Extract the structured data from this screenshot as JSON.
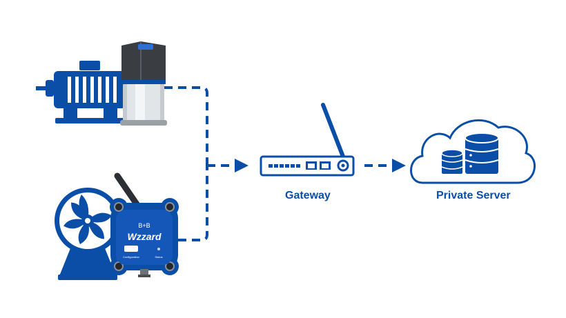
{
  "colors": {
    "primary": "#0a4ea8",
    "sensor_body": "#3a3d42",
    "sensor_base": "#c7cbd0"
  },
  "nodes": {
    "gateway": {
      "label": "Gateway",
      "icon": "router-icon"
    },
    "server": {
      "label": "Private Server",
      "icon": "cloud-database-icon"
    },
    "motor": {
      "icon": "electric-motor-icon"
    },
    "motor_sensor": {
      "icon": "vibration-sensor-icon"
    },
    "fan": {
      "icon": "fan-icon"
    },
    "wzzard": {
      "icon": "wzzard-node-icon",
      "brand": "B+B",
      "product": "Wzzard",
      "button_label": "Configuration",
      "status_label": "Status"
    }
  }
}
